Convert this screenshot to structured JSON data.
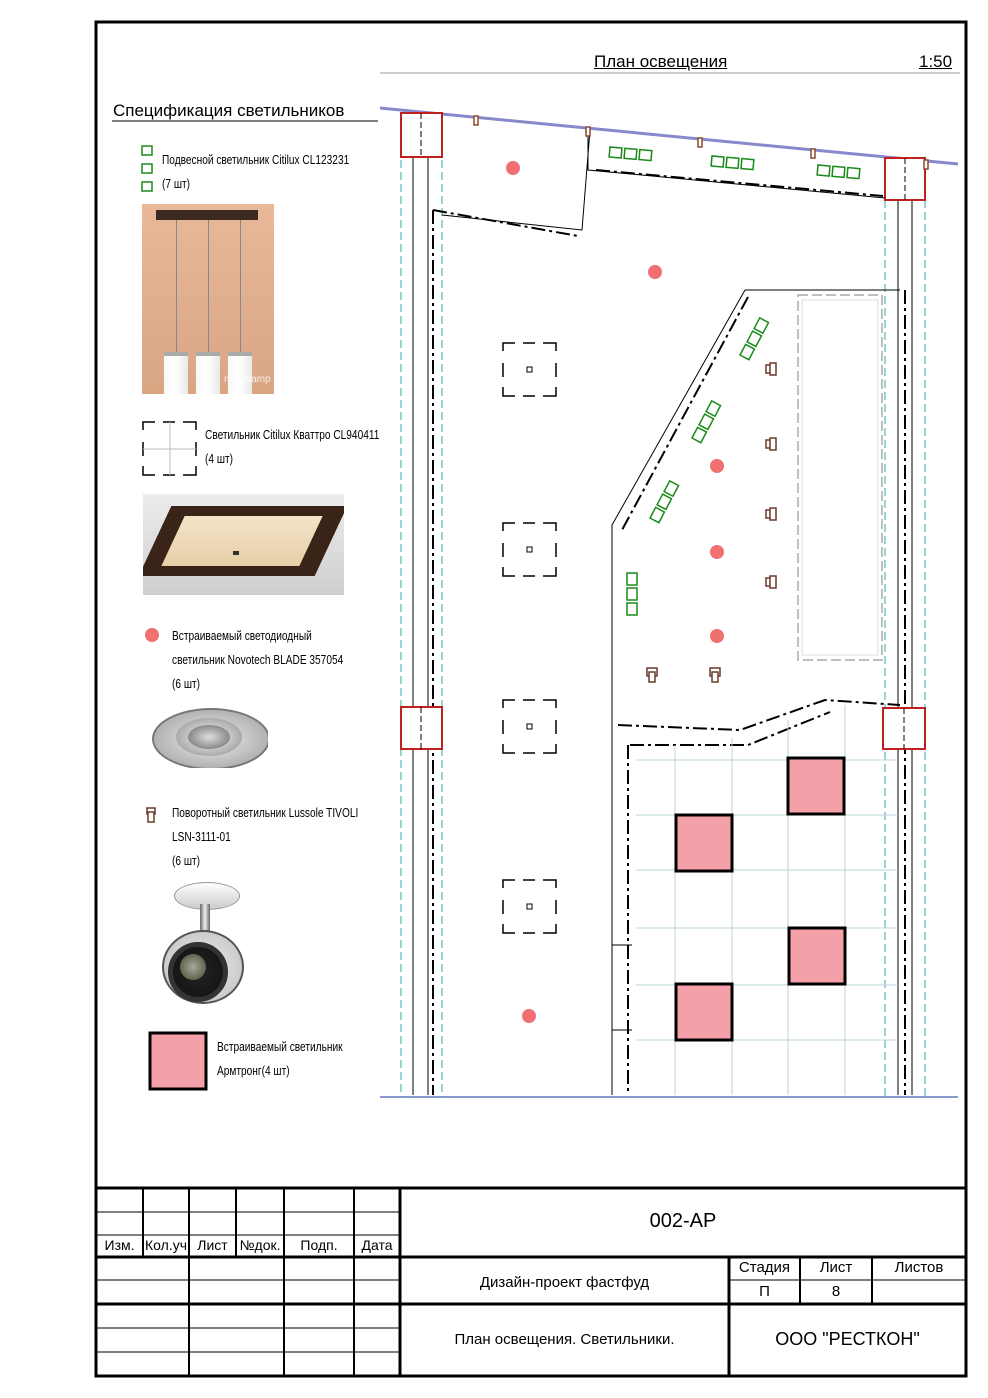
{
  "plan": {
    "title": "План освещения",
    "scale": "1:50"
  },
  "spec": {
    "title": "Спецификация светильников",
    "items": [
      {
        "line1": "Подвесной светильник Citilux CL123231",
        "line2": "(7 шт)",
        "line3": ""
      },
      {
        "line1": "Светильник Citilux Кваттро CL940411",
        "line2": "(4 шт)",
        "line3": ""
      },
      {
        "line1": "Встраиваемый светодиодный",
        "line2": "светильник Novotech BLADE 357054",
        "line3": "(6 шт)"
      },
      {
        "line1": "Поворотный светильник Lussole TIVOLI",
        "line2": "LSN-3111-01",
        "line3": "(6 шт)"
      },
      {
        "line1": "Встраиваемый светильник",
        "line2": "Армтронг(4 шт)",
        "line3": ""
      }
    ],
    "photo_watermark": "megalamp"
  },
  "colors": {
    "red_dot": "#f07070",
    "pink_panel": "#f4a0a8",
    "green_fixture": "#1a8a1a",
    "column_red": "#c02020",
    "wall_blue": "#8888cc"
  },
  "stamp": {
    "code": "002-АР",
    "headers": [
      "Изм.",
      "Кол.уч",
      "Лист",
      "№док.",
      "Подп.",
      "Дата"
    ],
    "project": "Дизайн-проект фастфуд",
    "stage_label": "Стадия",
    "sheet_label": "Лист",
    "sheets_label": "Листов",
    "stage_value": "П",
    "sheet_value": "8",
    "sheets_value": "",
    "sheet_name": "План освещения. Светильники.",
    "company": "ООО \"РЕСТКОН\""
  }
}
